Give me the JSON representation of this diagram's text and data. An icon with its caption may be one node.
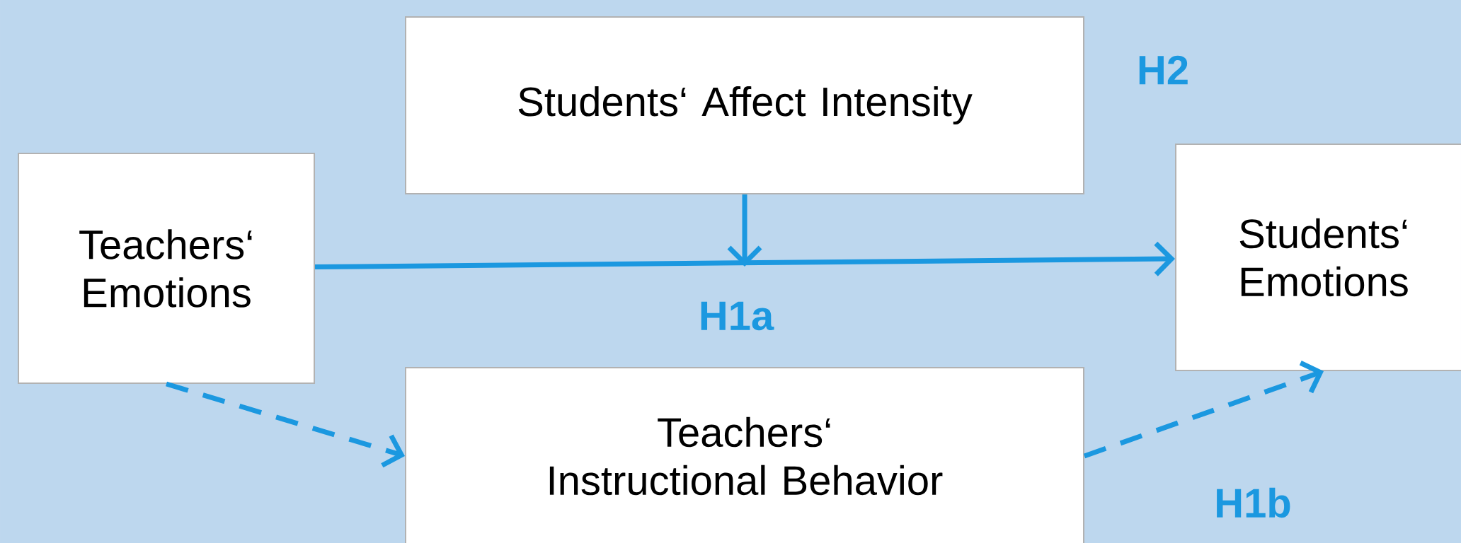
{
  "diagram": {
    "nodes": [
      {
        "text": [
          "Teachers‘ Emotions"
        ]
      },
      {
        "text": [
          "Students‘ Affect Intensity"
        ]
      },
      {
        "text": [
          "Students‘ Emotions"
        ]
      },
      {
        "text": [
          "Teachers‘ Instructional Behavior"
        ]
      }
    ],
    "edges": [
      {
        "from": 0,
        "to": 2,
        "arrow": "to"
      },
      {
        "from": 1,
        "to": null,
        "arrow": "to"
      },
      {
        "from": 0,
        "to": 3,
        "arrow": "to",
        "style": "dashed"
      },
      {
        "from": 3,
        "to": 2,
        "arrow": "to",
        "style": "dashed"
      }
    ],
    "labels": [
      "H2",
      "H1a",
      "H1b"
    ]
  }
}
